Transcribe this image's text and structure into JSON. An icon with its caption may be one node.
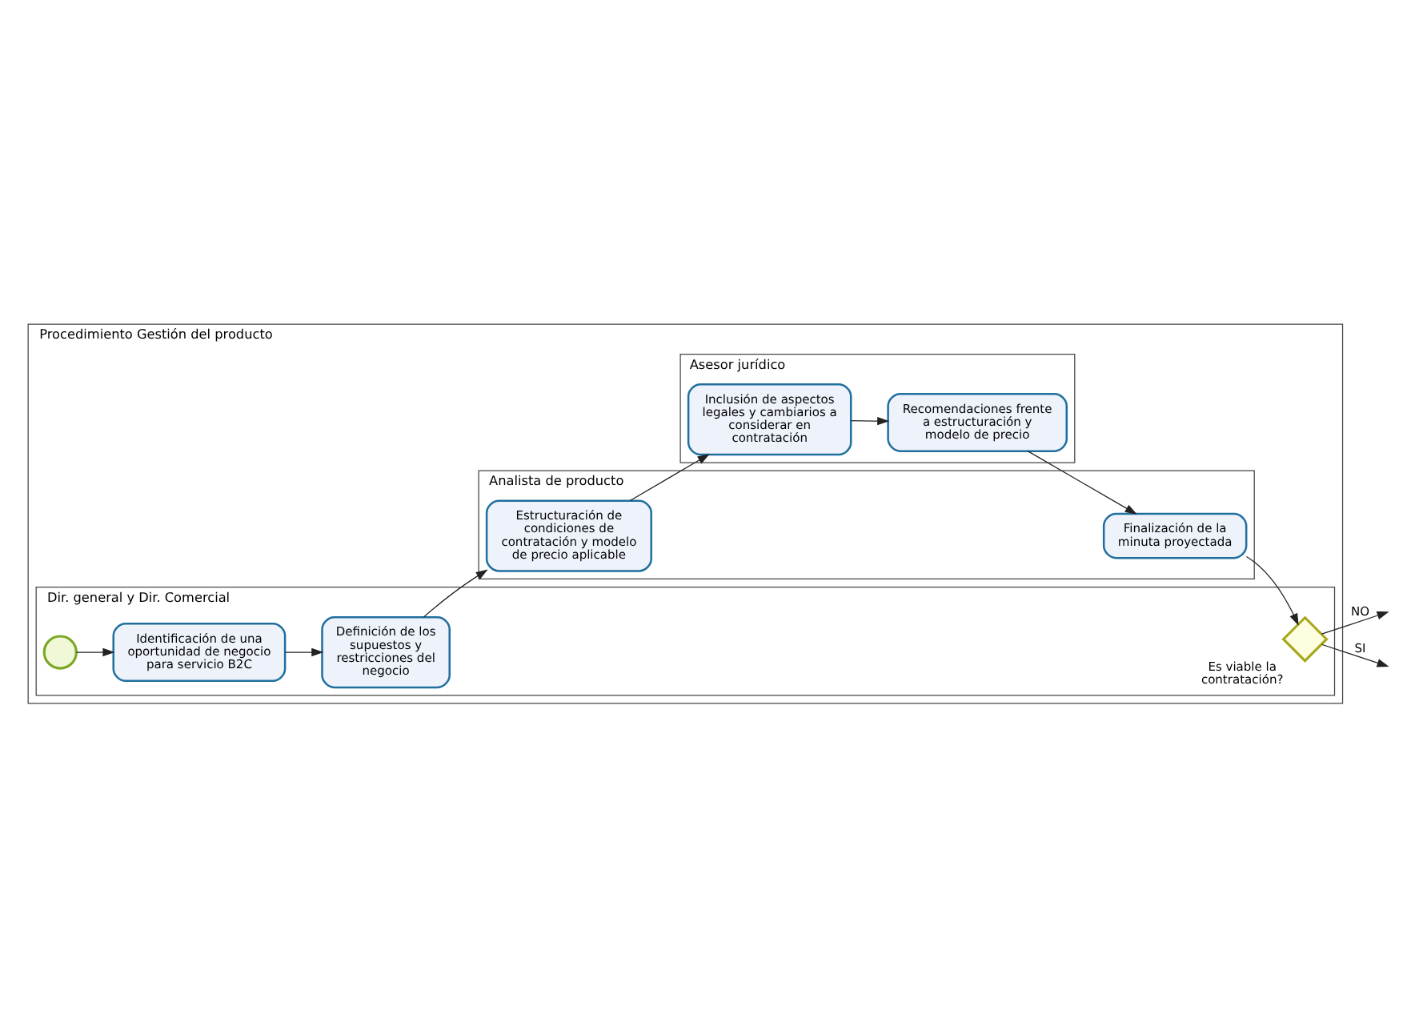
{
  "diagram": {
    "nodes": [
      {
        "text": [
          "Procedimiento Gestión del producto"
        ]
      },
      {
        "text": [
          "Dir. general y Dir. Comercial"
        ],
        "in": 0
      },
      {
        "text": [
          "Analista de producto"
        ],
        "in": 0
      },
      {
        "text": [
          "Asesor jurídico"
        ],
        "in": 0
      },
      {
        "text": [],
        "shape": "circle",
        "in": 1
      },
      {
        "text": [
          "Identificación de una oportunidad de negocio para servicio B2C"
        ],
        "in": 1
      },
      {
        "text": [
          "Definición de los supuestos y restricciones del negocio"
        ],
        "in": 1
      },
      {
        "text": [],
        "shape": "diamond",
        "beside": [
          "Es viable la contratación?"
        ],
        "in": 1
      },
      {
        "text": [
          "Estructuración de condiciones de contratación y modelo de precio aplicable"
        ],
        "in": 2
      },
      {
        "text": [
          "Finalización de la minuta proyectada"
        ],
        "in": 2
      },
      {
        "text": [
          "Inclusión de aspectos legales y cambiarios a considerar en contratación"
        ],
        "in": 3
      },
      {
        "text": [
          "Recomendaciones frente a estructuración y modelo de precio"
        ],
        "in": 3
      }
    ],
    "edges": [
      {
        "from": 4,
        "to": 5,
        "arrow": "to"
      },
      {
        "from": 5,
        "to": 6,
        "arrow": "to"
      },
      {
        "from": 6,
        "to": 8,
        "arrow": "to"
      },
      {
        "from": 8,
        "to": 10,
        "arrow": "to"
      },
      {
        "from": 10,
        "to": 11,
        "arrow": "to"
      },
      {
        "from": 11,
        "to": 9,
        "arrow": "to"
      },
      {
        "from": 9,
        "to": 7,
        "arrow": "to"
      },
      {
        "from": 7,
        "to": null,
        "label": "NO",
        "arrow": "to"
      },
      {
        "from": 7,
        "to": null,
        "label": "SI",
        "arrow": "to"
      }
    ]
  }
}
